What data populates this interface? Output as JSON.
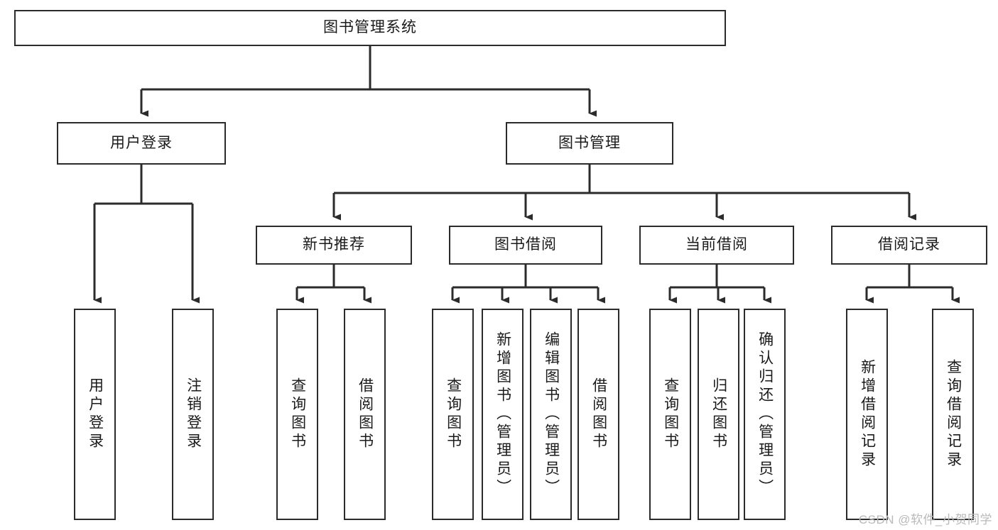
{
  "diagram": {
    "type": "hierarchy-tree",
    "title": "图书管理系统",
    "root": {
      "label": "图书管理系统"
    },
    "level2": [
      {
        "label": "用户登录"
      },
      {
        "label": "图书管理"
      }
    ],
    "level3": [
      {
        "label": "新书推荐"
      },
      {
        "label": "图书借阅"
      },
      {
        "label": "当前借阅"
      },
      {
        "label": "借阅记录"
      }
    ],
    "leaves": {
      "user_login": [
        {
          "label": "用户登录"
        },
        {
          "label": "注销登录"
        }
      ],
      "new_book_recommend": [
        {
          "label": "查询图书"
        },
        {
          "label": "借阅图书"
        }
      ],
      "book_borrow": [
        {
          "label": "查询图书"
        },
        {
          "label": "新增图书（管理员）"
        },
        {
          "label": "编辑图书（管理员）"
        },
        {
          "label": "借阅图书"
        }
      ],
      "current_borrow": [
        {
          "label": "查询图书"
        },
        {
          "label": "归还图书"
        },
        {
          "label": "确认归还（管理员）"
        }
      ],
      "borrow_record": [
        {
          "label": "新增借阅记录"
        },
        {
          "label": "查询借阅记录"
        }
      ]
    }
  },
  "watermark": {
    "text": "CSDN @软件_小贺同学"
  },
  "colors": {
    "stroke": "#2b2b2b",
    "background": "#ffffff",
    "watermark": "#b9b9b9"
  }
}
